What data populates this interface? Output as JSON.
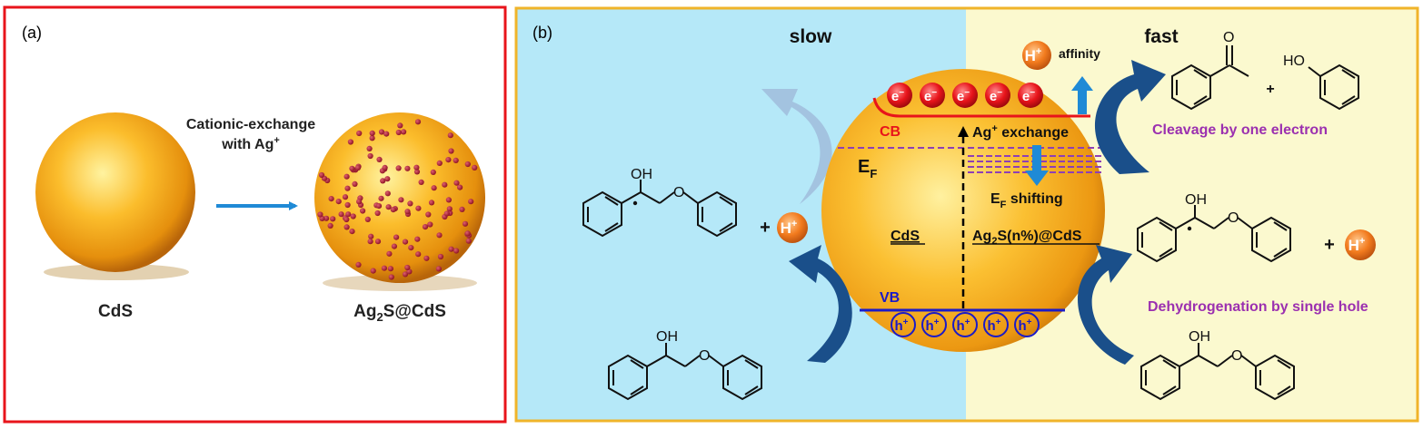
{
  "panel_a": {
    "label": "(a)",
    "arrow_label_line1": "Cationic-exchange",
    "arrow_label_line2": "with Ag",
    "arrow_label_sup": "+",
    "left_sphere_label": "CdS",
    "right_sphere_label_pre": "Ag",
    "right_sphere_label_sub": "2",
    "right_sphere_label_post": "S@CdS"
  },
  "panel_b": {
    "label": "(b)",
    "slow_label": "slow",
    "fast_label": "fast",
    "cb_label": "CB",
    "vb_label": "VB",
    "ef_main": "E",
    "ef_sub": "F",
    "cds_label": "CdS",
    "ag_exchange_pre": "Ag",
    "ag_exchange_sup": "+",
    "ag_exchange_post": " exchange",
    "ef_shift_main": "E",
    "ef_shift_sub": "F",
    "ef_shift_post": " shifting",
    "ag2s_pre": "Ag",
    "ag2s_sub": "2",
    "ag2s_post": "S(n%)@CdS",
    "electron_symbol": "e",
    "electron_charge": "−",
    "hole_symbol": "h",
    "hole_charge": "+",
    "proton_symbol": "H",
    "proton_charge": "+",
    "affinity_label": "affinity",
    "plus_sign": "+",
    "hydroxyl_label": "OH",
    "phenol_label": "HO",
    "carbonyl_label": "O",
    "ether_label": "O",
    "cleavage_label": "Cleavage by one electron",
    "dehydrogenation_label": "Dehydrogenation by single hole"
  },
  "colors": {
    "panel_a_border": "#e8141b",
    "panel_b_border": "#f0b42a",
    "slow_bg": "#b5e8f8",
    "fast_bg": "#fbf9cf",
    "cb_red": "#e8141b",
    "vb_blue": "#1a1ac8",
    "fermi_purple": "#8e3fb5",
    "label_purple": "#9b30b0",
    "arrow_blue": "#1f5e9e",
    "sphere_orange": "#f5a623"
  }
}
